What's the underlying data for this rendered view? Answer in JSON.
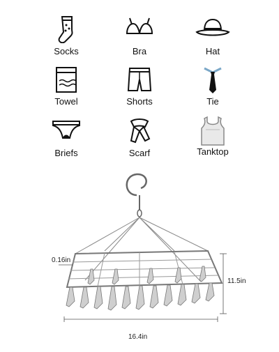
{
  "icons": [
    {
      "label": "Socks",
      "icon": "sock-icon"
    },
    {
      "label": "Bra",
      "icon": "bra-icon"
    },
    {
      "label": "Hat",
      "icon": "hat-icon"
    },
    {
      "label": "Towel",
      "icon": "towel-icon"
    },
    {
      "label": "Shorts",
      "icon": "shorts-icon"
    },
    {
      "label": "Tie",
      "icon": "tie-icon"
    },
    {
      "label": "Briefs",
      "icon": "briefs-icon"
    },
    {
      "label": "Scarf",
      "icon": "scarf-icon"
    },
    {
      "label": "Tanktop",
      "icon": "tanktop-icon"
    }
  ],
  "dimensions": {
    "wire": "0.16in",
    "height": "11.5in",
    "width": "16.4in"
  }
}
